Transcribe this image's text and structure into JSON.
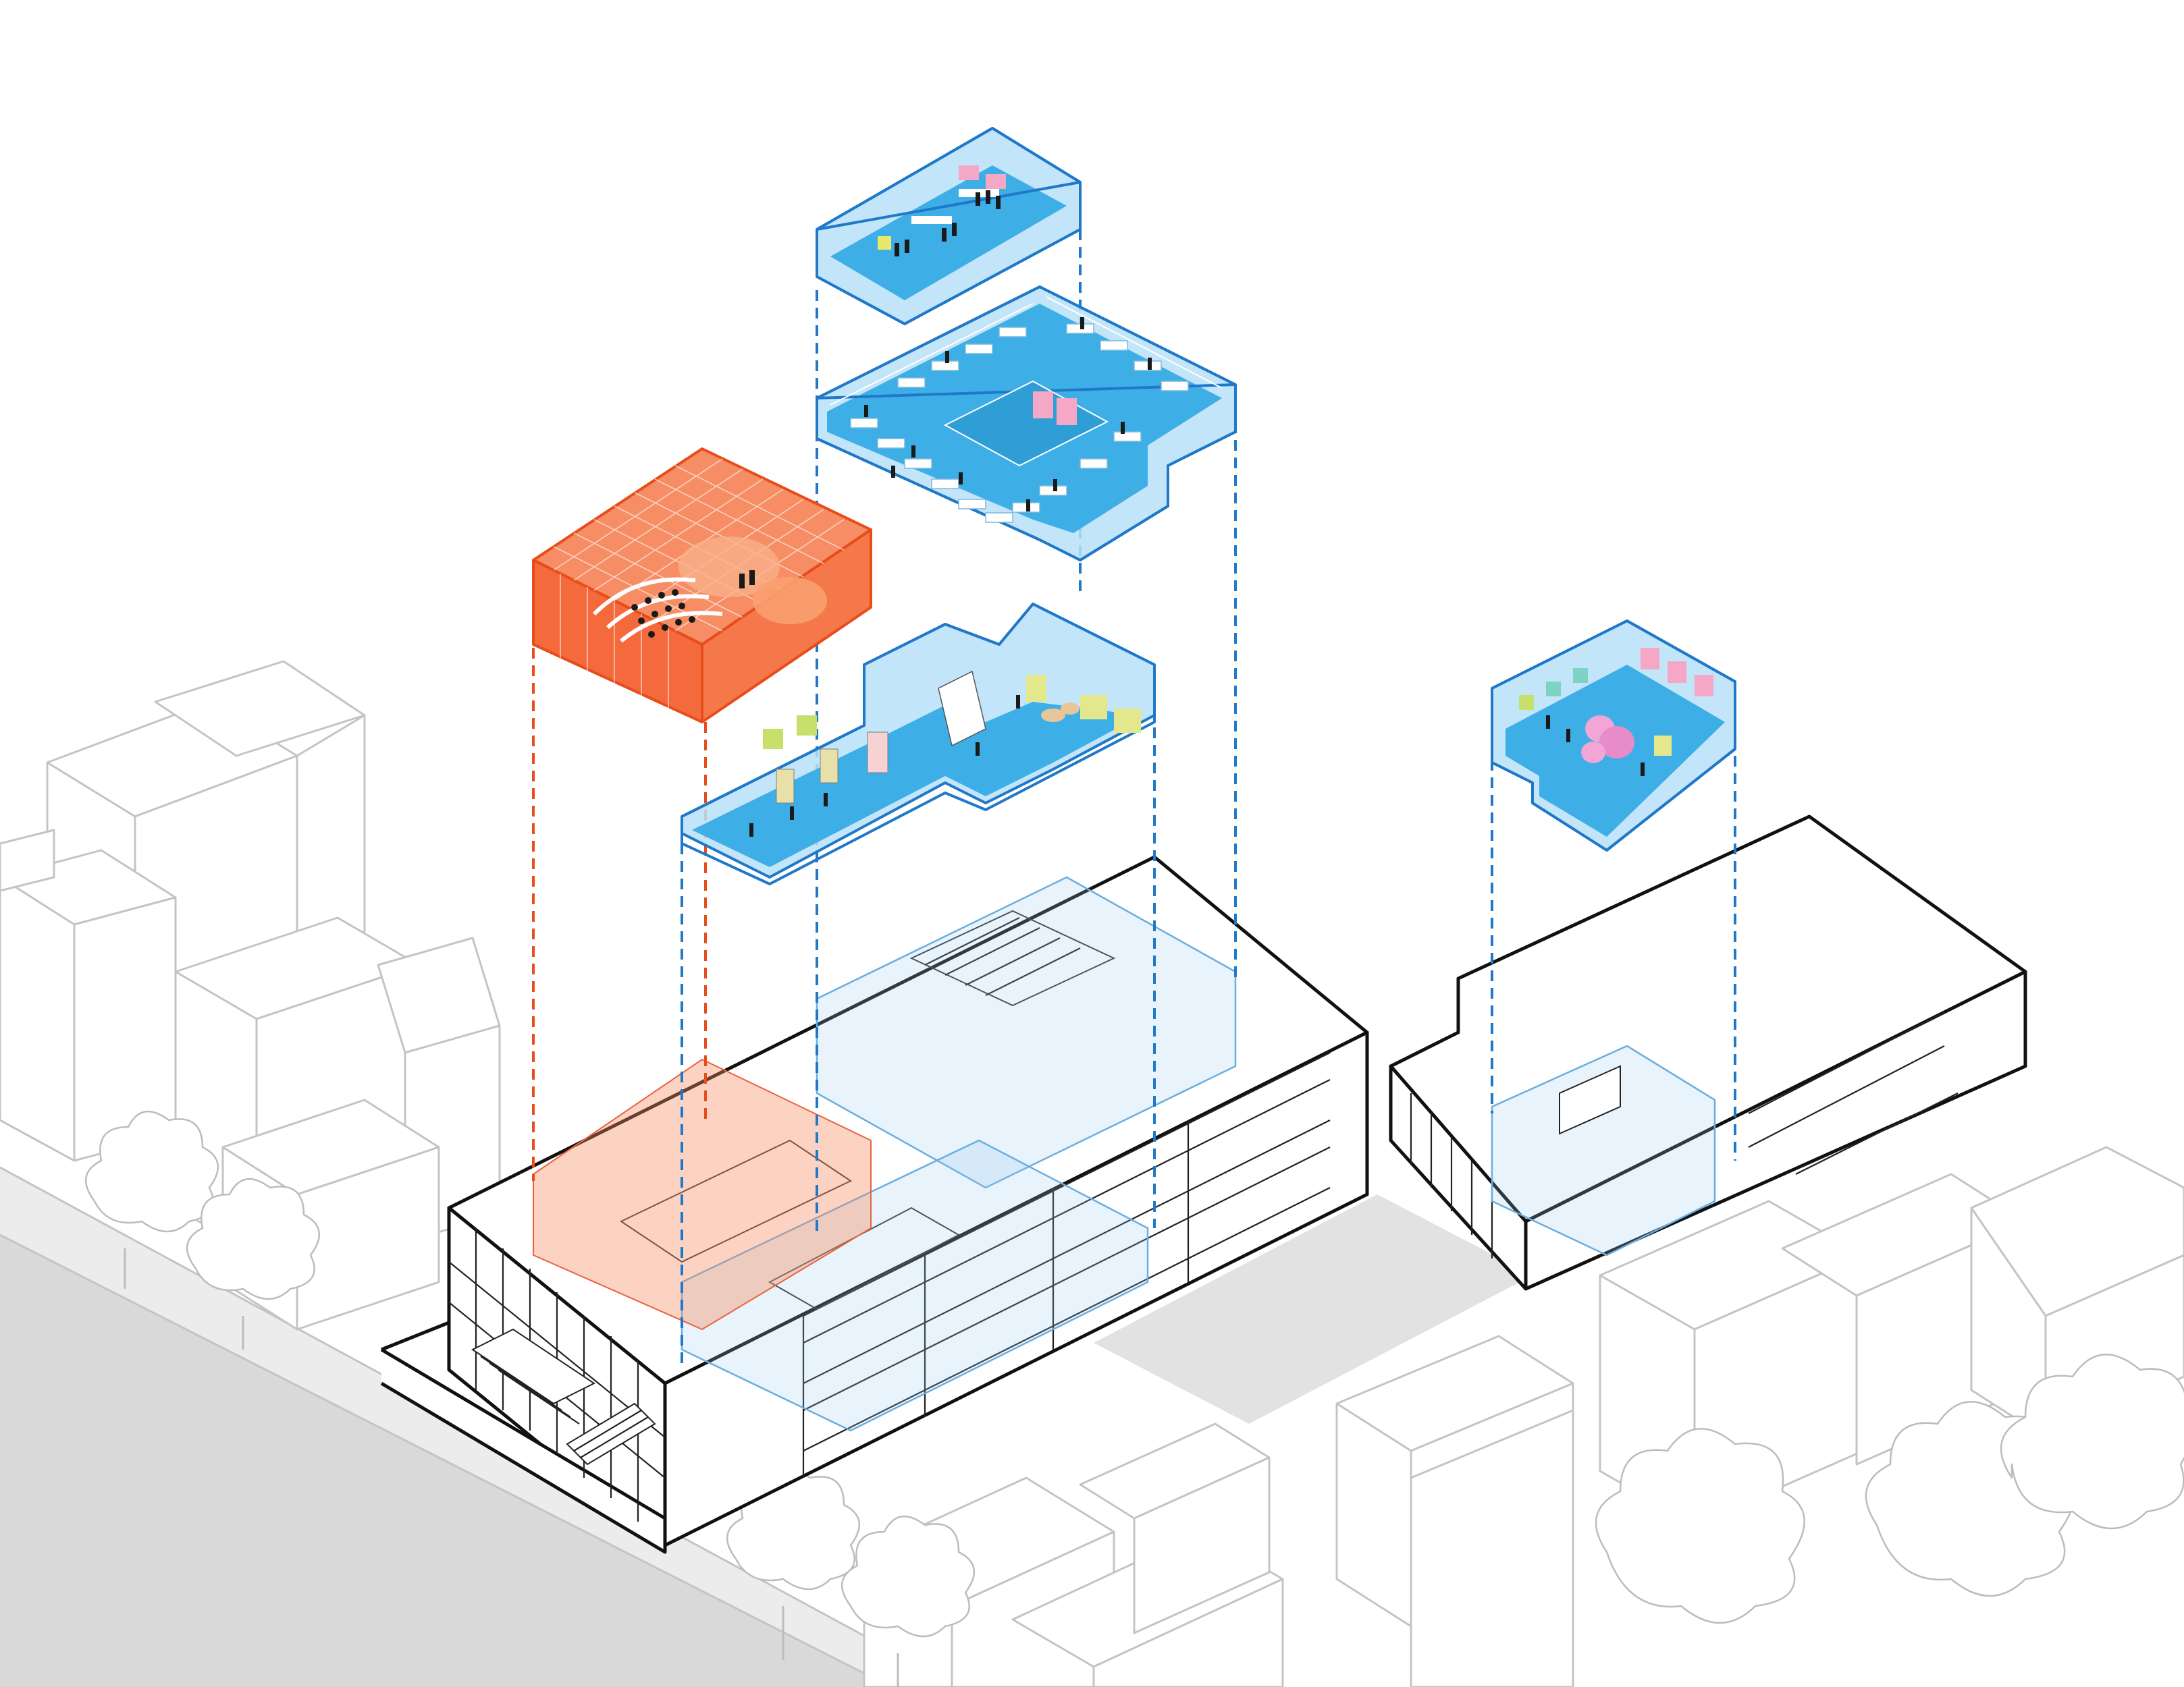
{
  "diagram": {
    "type": "exploded axonometric",
    "colors": {
      "program_blue": "#3eaee6",
      "program_blue_edge": "#1f78c8",
      "auditorium_orange": "#f46a3c",
      "auditorium_edge": "#e84c1a",
      "context_gray": "#c4c4c4",
      "street_gray": "#d9d9d9"
    },
    "volumes": [
      {
        "id": "auditorium",
        "color": "orange",
        "icon": "seating-rows"
      },
      {
        "id": "top-studio",
        "color": "blue",
        "icon": "workshop-tables"
      },
      {
        "id": "open-office",
        "color": "blue",
        "icon": "desk-grid"
      },
      {
        "id": "gallery",
        "color": "blue",
        "icon": "exhibition-walls"
      },
      {
        "id": "annex-gallery",
        "color": "blue",
        "icon": "pink-sculpture"
      }
    ]
  }
}
